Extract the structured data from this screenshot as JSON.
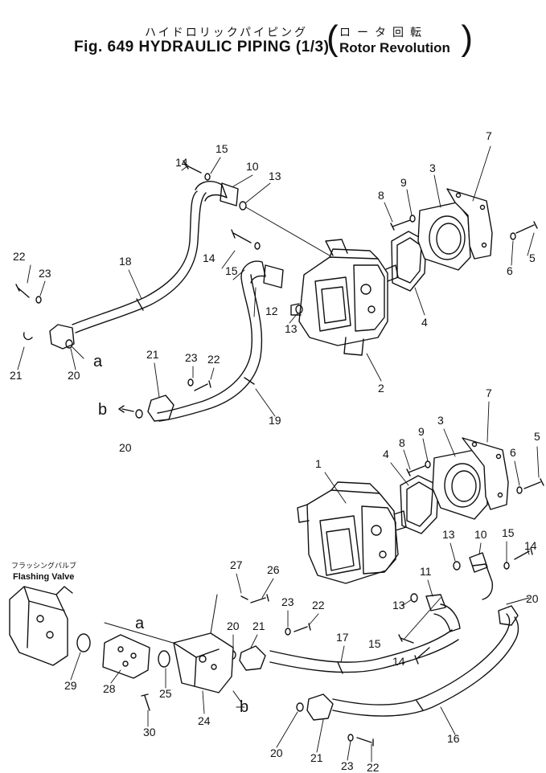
{
  "title": {
    "japanese": "ハイドロリックパイピング",
    "english": "Fig. 649  HYDRAULIC  PIPING (1/3)",
    "qualifier_japanese": "ロータ回転",
    "qualifier_english": "Rotor  Revolution"
  },
  "flashing_valve": {
    "japanese": "フラッシングバルブ",
    "english": "Flashing Valve"
  },
  "callouts": {
    "c1": "1",
    "c2": "2",
    "c3a": "3",
    "c3b": "3",
    "c4a": "4",
    "c4b": "4",
    "c5a": "5",
    "c5b": "5",
    "c6a": "6",
    "c6b": "6",
    "c7a": "7",
    "c7b": "7",
    "c8a": "8",
    "c8b": "8",
    "c9a": "9",
    "c9b": "9",
    "c10a": "10",
    "c10b": "10",
    "c11": "11",
    "c12": "12",
    "c13a": "13",
    "c13b": "13",
    "c13c": "13",
    "c13d": "13",
    "c14a": "14",
    "c14b": "14",
    "c14c": "14",
    "c14d": "14",
    "c15a": "15",
    "c15b": "15",
    "c15c": "15",
    "c15d": "15",
    "c16": "16",
    "c17": "17",
    "c18": "18",
    "c19": "19",
    "c20a": "20",
    "c20b": "20",
    "c20c": "20",
    "c20d": "20",
    "c20e": "20",
    "c21a": "21",
    "c21b": "21",
    "c21c": "21",
    "c21d": "21",
    "c22a": "22",
    "c22b": "22",
    "c22c": "22",
    "c22d": "22",
    "c23a": "23",
    "c23b": "23",
    "c23c": "23",
    "c23d": "23",
    "c24": "24",
    "c25": "25",
    "c26": "26",
    "c27": "27",
    "c28": "28",
    "c29": "29",
    "c30": "30",
    "ref_a1": "a",
    "ref_a2": "a",
    "ref_b1": "b",
    "ref_b2": "b"
  }
}
